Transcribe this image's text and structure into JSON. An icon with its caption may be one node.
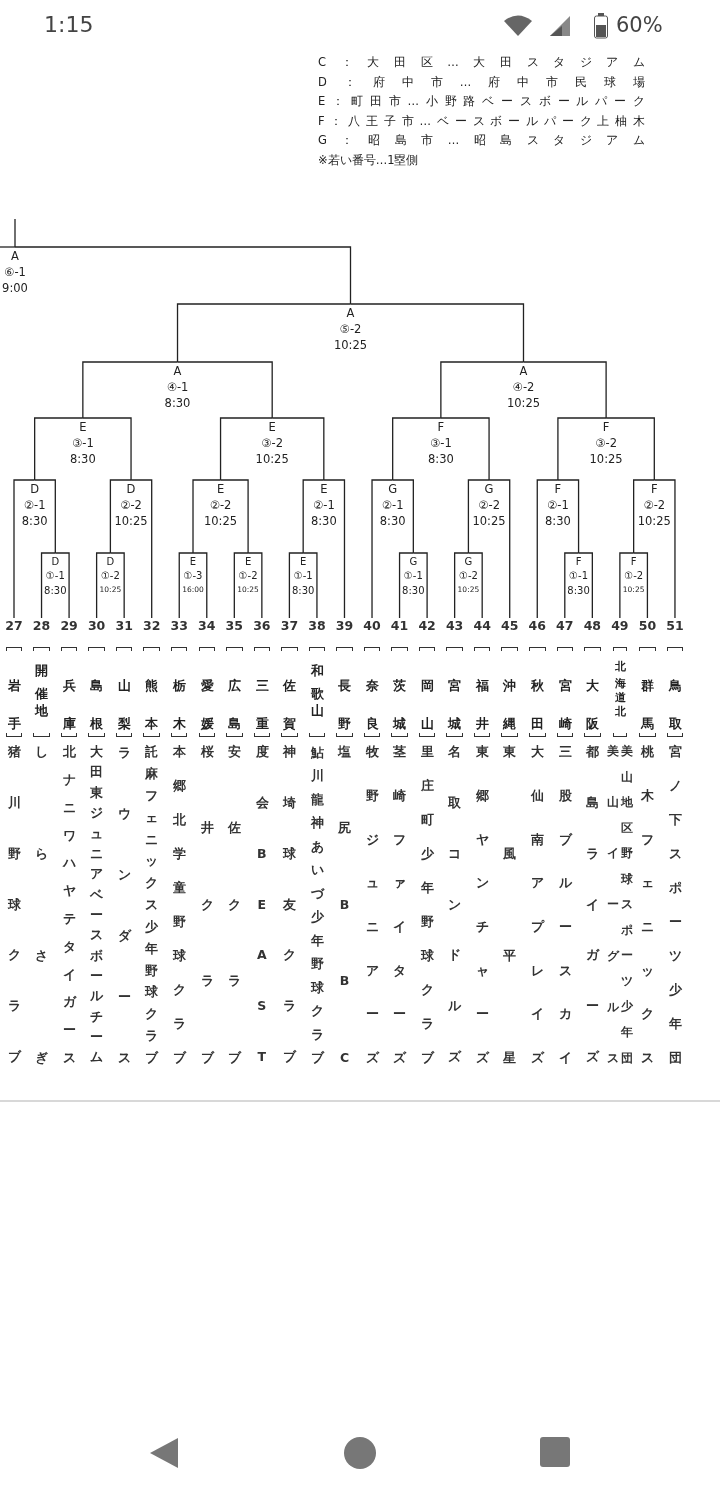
{
  "diagram": {
    "nodes": [
      {
        "text": [
          "A",
          "⑥-1",
          "9:00"
        ]
      },
      {
        "text": [
          "A",
          "⑤-2",
          "10:25"
        ]
      },
      {
        "text": [
          "A",
          "④-1",
          "8:30"
        ]
      },
      {
        "text": [
          "A",
          "④-2",
          "10:25"
        ]
      },
      {
        "text": [
          "E",
          "③-1",
          "8:30"
        ]
      },
      {
        "text": [
          "E",
          "③-2",
          "10:25"
        ]
      },
      {
        "text": [
          "F",
          "③-1",
          "8:30"
        ]
      },
      {
        "text": [
          "F",
          "③-2",
          "10:25"
        ]
      },
      {
        "text": [
          "D",
          "②-1",
          "8:30"
        ]
      },
      {
        "text": [
          "D",
          "②-2",
          "10:25"
        ]
      },
      {
        "text": [
          "E",
          "②-2",
          "10:25"
        ]
      },
      {
        "text": [
          "E",
          "②-1",
          "8:30"
        ]
      },
      {
        "text": [
          "G",
          "②-1",
          "8:30"
        ]
      },
      {
        "text": [
          "G",
          "②-2",
          "10:25"
        ]
      },
      {
        "text": [
          "F",
          "②-1",
          "8:30"
        ]
      },
      {
        "text": [
          "F",
          "②-2",
          "10:25"
        ]
      },
      {
        "text": [
          "D",
          "①-1",
          "8:30"
        ]
      },
      {
        "text": [
          "D",
          "①-2",
          "10:25"
        ]
      },
      {
        "text": [
          "E",
          "①-3",
          "16:00"
        ]
      },
      {
        "text": [
          "E",
          "①-2",
          "10:25"
        ]
      },
      {
        "text": [
          "E",
          "①-1",
          "8:30"
        ]
      },
      {
        "text": [
          "G",
          "①-1",
          "8:30"
        ]
      },
      {
        "text": [
          "G",
          "①-2",
          "10:25"
        ]
      },
      {
        "text": [
          "F",
          "①-1",
          "8:30"
        ]
      },
      {
        "text": [
          "F",
          "①-2",
          "10:25"
        ]
      },
      {
        "text": [
          "27",
          "岩手",
          "猪川野球クラブ"
        ]
      },
      {
        "text": [
          "28",
          "開催地",
          "しらさぎ"
        ]
      },
      {
        "text": [
          "29",
          "兵庫",
          "北ナニワハヤテタイガース"
        ]
      },
      {
        "text": [
          "30",
          "島根",
          "大田東ジュニアベースボールチーム"
        ]
      },
      {
        "text": [
          "31",
          "山梨",
          "ラウンダース"
        ]
      },
      {
        "text": [
          "32",
          "熊本",
          "託麻フェニックス少年野球クラブ"
        ]
      },
      {
        "text": [
          "33",
          "栃木",
          "本郷北学童野球クラブ"
        ]
      },
      {
        "text": [
          "34",
          "愛媛",
          "桜井クラブ"
        ]
      },
      {
        "text": [
          "35",
          "広島",
          "安佐クラブ"
        ]
      },
      {
        "text": [
          "36",
          "三重",
          "度会BEAST"
        ]
      },
      {
        "text": [
          "37",
          "佐賀",
          "神埼球友クラブ"
        ]
      },
      {
        "text": [
          "38",
          "和歌山",
          "鮎川龍神あいづ少年野球クラブ"
        ]
      },
      {
        "text": [
          "39",
          "長野",
          "塩尻BBC"
        ]
      },
      {
        "text": [
          "40",
          "奈良",
          "牧野ジュニアーズ"
        ]
      },
      {
        "text": [
          "41",
          "茨城",
          "茎崎ファイターズ"
        ]
      },
      {
        "text": [
          "42",
          "岡山",
          "里庄町少年野球クラブ"
        ]
      },
      {
        "text": [
          "43",
          "宮城",
          "名取コンドルズ"
        ]
      },
      {
        "text": [
          "44",
          "福井",
          "東郷ヤンチャーズ"
        ]
      },
      {
        "text": [
          "45",
          "沖縄",
          "東風平星"
        ]
      },
      {
        "text": [
          "46",
          "秋田",
          "大仙南アプレイズ"
        ]
      },
      {
        "text": [
          "47",
          "宮崎",
          "三股ブルースカイ"
        ]
      },
      {
        "text": [
          "48",
          "大阪",
          "都島ライガーズ"
        ]
      },
      {
        "text": [
          "49",
          "北海道北",
          "美山イーグルス",
          "美山地区野球スポーツ少年団"
        ]
      },
      {
        "text": [
          "50",
          "群馬",
          "桃木フェニックス"
        ]
      },
      {
        "text": [
          "51",
          "鳥取",
          "宮ノ下スポーツ少年団"
        ]
      }
    ],
    "edges": [
      {
        "from": 26,
        "to": 16,
        "arrow": "none"
      },
      {
        "from": 27,
        "to": 16,
        "arrow": "none"
      },
      {
        "from": 28,
        "to": 17,
        "arrow": "none"
      },
      {
        "from": 29,
        "to": 17,
        "arrow": "none"
      },
      {
        "from": 31,
        "to": 18,
        "arrow": "none"
      },
      {
        "from": 32,
        "to": 18,
        "arrow": "none"
      },
      {
        "from": 33,
        "to": 19,
        "arrow": "none"
      },
      {
        "from": 34,
        "to": 19,
        "arrow": "none"
      },
      {
        "from": 35,
        "to": 20,
        "arrow": "none"
      },
      {
        "from": 36,
        "to": 20,
        "arrow": "none"
      },
      {
        "from": 39,
        "to": 21,
        "arrow": "none"
      },
      {
        "from": 40,
        "to": 21,
        "arrow": "none"
      },
      {
        "from": 41,
        "to": 22,
        "arrow": "none"
      },
      {
        "from": 42,
        "to": 22,
        "arrow": "none"
      },
      {
        "from": 45,
        "to": 23,
        "arrow": "none"
      },
      {
        "from": 46,
        "to": 23,
        "arrow": "none"
      },
      {
        "from": 47,
        "to": 24,
        "arrow": "none"
      },
      {
        "from": 48,
        "to": 24,
        "arrow": "none"
      },
      {
        "from": 25,
        "to": 8,
        "arrow": "none"
      },
      {
        "from": 16,
        "to": 8,
        "arrow": "none"
      },
      {
        "from": 17,
        "to": 9,
        "arrow": "none"
      },
      {
        "from": 30,
        "to": 9,
        "arrow": "none"
      },
      {
        "from": 18,
        "to": 10,
        "arrow": "none"
      },
      {
        "from": 19,
        "to": 10,
        "arrow": "none"
      },
      {
        "from": 20,
        "to": 11,
        "arrow": "none"
      },
      {
        "from": 37,
        "to": 11,
        "arrow": "none"
      },
      {
        "from": 38,
        "to": 12,
        "arrow": "none"
      },
      {
        "from": 21,
        "to": 12,
        "arrow": "none"
      },
      {
        "from": 22,
        "to": 13,
        "arrow": "none"
      },
      {
        "from": 43,
        "to": 13,
        "arrow": "none"
      },
      {
        "from": 44,
        "to": 14,
        "arrow": "none"
      },
      {
        "from": 23,
        "to": 14,
        "arrow": "none"
      },
      {
        "from": 24,
        "to": 15,
        "arrow": "none"
      },
      {
        "from": 49,
        "to": 15,
        "arrow": "none"
      },
      {
        "from": 8,
        "to": 4,
        "arrow": "none"
      },
      {
        "from": 9,
        "to": 4,
        "arrow": "none"
      },
      {
        "from": 10,
        "to": 5,
        "arrow": "none"
      },
      {
        "from": 11,
        "to": 5,
        "arrow": "none"
      },
      {
        "from": 12,
        "to": 6,
        "arrow": "none"
      },
      {
        "from": 13,
        "to": 6,
        "arrow": "none"
      },
      {
        "from": 14,
        "to": 7,
        "arrow": "none"
      },
      {
        "from": 15,
        "to": 7,
        "arrow": "none"
      },
      {
        "from": 4,
        "to": 2,
        "arrow": "none"
      },
      {
        "from": 5,
        "to": 2,
        "arrow": "none"
      },
      {
        "from": 6,
        "to": 3,
        "arrow": "none"
      },
      {
        "from": 7,
        "to": 3,
        "arrow": "none"
      },
      {
        "from": 2,
        "to": 1,
        "arrow": "none"
      },
      {
        "from": 3,
        "to": 1,
        "arrow": "none"
      },
      {
        "from": 1,
        "to": 0,
        "arrow": "none"
      },
      {
        "from": null,
        "to": 0,
        "arrow": "none"
      },
      {
        "from": 0,
        "to": null,
        "arrow": "none"
      }
    ],
    "labels": [
      "1:15",
      "60%",
      "C：大田区…大田スタジアム",
      "D：府中市…府中市民球場",
      "E：町田市…小野路ベースボールパーク",
      "F：八王子市…ベースボールパーク上柚木",
      "G：昭島市…昭島スタジアム",
      "※若い番号…1塁側"
    ]
  }
}
